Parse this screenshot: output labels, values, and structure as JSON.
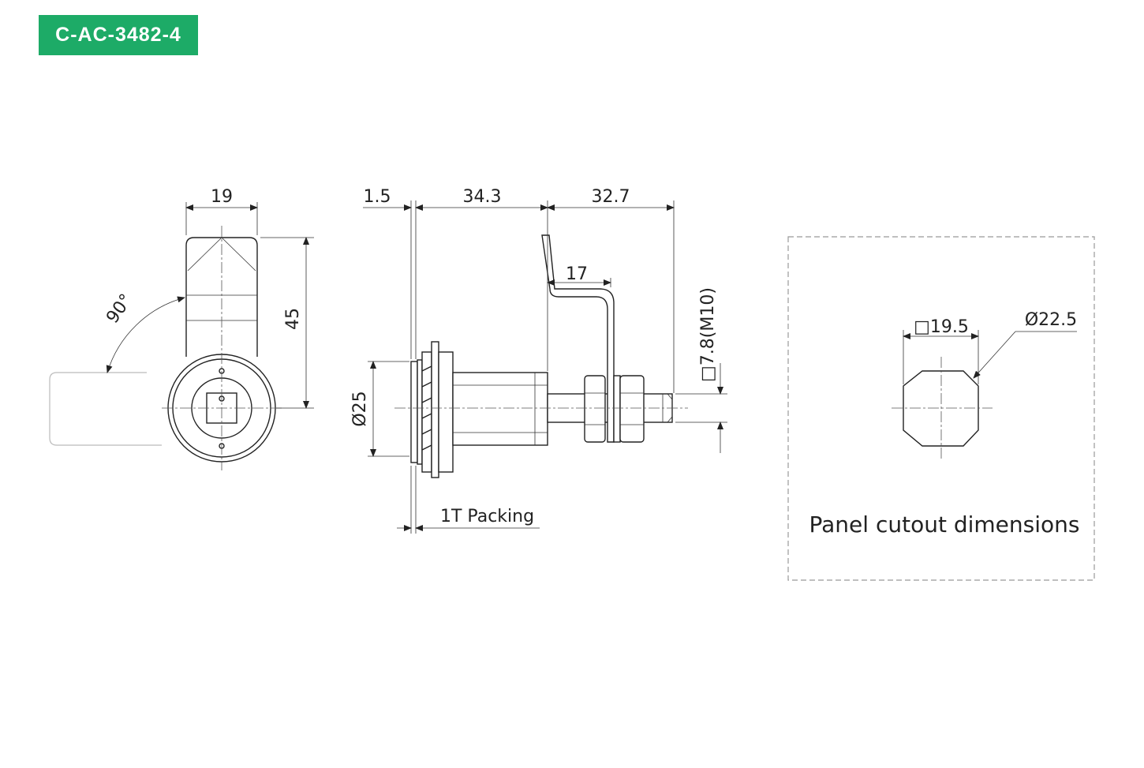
{
  "part_number": "C-AC-3482-4",
  "front_view": {
    "width_label": "19",
    "height_label": "45",
    "angle_label": "90°"
  },
  "side_view": {
    "dim_flange": "1.5",
    "dim_body": "34.3",
    "dim_cam": "32.7",
    "dim_offset": "17",
    "dim_diameter": "Ø25",
    "dim_shaft": "□7.8(M10)",
    "packing_label": "1T Packing"
  },
  "panel_cutout": {
    "square_label": "□19.5",
    "diameter_label": "Ø22.5",
    "caption": "Panel cutout dimensions"
  },
  "colors": {
    "badge": "#1dab67",
    "line": "#222222"
  }
}
